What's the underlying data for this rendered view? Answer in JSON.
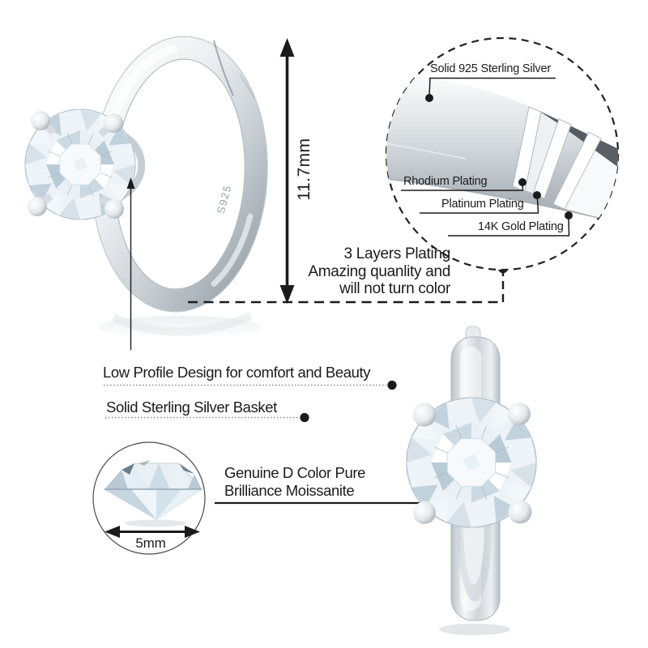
{
  "colors": {
    "ink": "#1b1b1b",
    "leader_gray": "#8d9296",
    "metal_light": "#f8fafb",
    "metal_mid": "#c9d0d5",
    "metal_dark": "#96a0a7",
    "stone_tint": "#dce7ee"
  },
  "hoop_view": {
    "engraving": "S925",
    "height_label": "11.7mm"
  },
  "inset": {
    "layer_labels": [
      "Solid 925 Sterling Silver",
      "Rhodium Plating",
      "Platinum Plating",
      "14K Gold Plating"
    ],
    "note_lines": [
      "3 Layers Plating",
      "Amazing quanlity and",
      "will not turn color"
    ]
  },
  "callouts": {
    "low_profile": "Low Profile Design for comfort and Beauty",
    "basket": "Solid Sterling Silver Basket",
    "moissanite_line1": "Genuine D Color Pure",
    "moissanite_line2": "Brilliance Moissanite",
    "stone_diameter": "5mm"
  }
}
